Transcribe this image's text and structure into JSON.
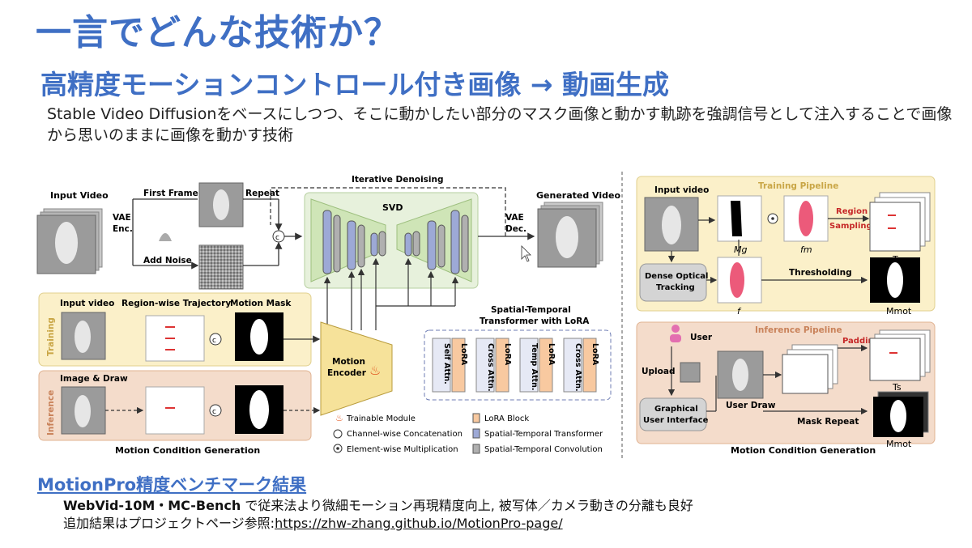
{
  "slide": {
    "title": "一言でどんな技術か？",
    "subtitle": "高精度モーションコントロール付き画像 → 動画生成",
    "description": "Stable Video Diffusionをベースにしつつ、そこに動かしたい部分のマスク画像と動かす軌跡を強調信号として注入することで画像から思いのままに画像を動かす技術"
  },
  "figure": {
    "left": {
      "input_video": "Input Video",
      "first_frame": "First Frame",
      "repeat": "Repeat",
      "vae_enc_1": "VAE",
      "vae_enc_2": "Enc.",
      "add_noise": "Add Noise",
      "iterative_denoising": "Iterative Denoising",
      "svd": "SVD",
      "vae_dec_1": "VAE",
      "vae_dec_2": "Dec.",
      "generated_video": "Generated Video",
      "training_input": "Input video",
      "region_traj": "Region-wise Trajectory",
      "motion_mask": "Motion Mask",
      "training": "Training",
      "image_draw": "Image & Draw",
      "inference": "Inference",
      "motion_encoder_1": "Motion",
      "motion_encoder_2": "Encoder",
      "st_transformer_1": "Spatial-Temporal",
      "st_transformer_2": "Transformer with LoRA",
      "blocks": [
        "Self Attn.",
        "LoRA",
        "Cross Attn.",
        "LoRA",
        "Temp Attn.",
        "LoRA",
        "Cross Attn.",
        "LoRA"
      ],
      "legend": {
        "trainable": "Trainable Module",
        "lora": "LoRA Block",
        "concat": "Channel-wise Concatenation",
        "st_transformer": "Spatial-Temporal Transformer",
        "mult": "Element-wise Multiplication",
        "st_conv": "Spatial-Temporal Convolution"
      },
      "caption": "Motion Condition Generation"
    },
    "right": {
      "training_pipeline": "Training Pipeline",
      "input_video": "Input video",
      "region_1": "Region",
      "region_2": "Sampling",
      "mg": "Mg",
      "fm": "fm",
      "ts": "Ts",
      "dense_1": "Dense Optical",
      "dense_2": "Tracking",
      "f": "f",
      "thresholding": "Thresholding",
      "mmot": "Mmot",
      "inference_pipeline": "Inference Pipeline",
      "user": "User",
      "padding": "Padding",
      "upload": "Upload",
      "gui_1": "Graphical",
      "gui_2": "User Interface",
      "user_draw": "User Draw",
      "mask_repeat": "Mask Repeat",
      "ts2": "Ts",
      "mmot2": "Mmot",
      "caption": "Motion Condition Generation"
    }
  },
  "benchmark": {
    "title": "MotionPro精度ベンチマーク結果",
    "line1_bold": "WebVid-10M・MC-Bench",
    "line1_rest": " で従来法より微細モーション再現精度向上, 被写体／カメラ動きの分離も良好",
    "line2_prefix": "追加結果はプロジェクトページ参照:",
    "line2_link": "https://zhw-zhang.github.io/MotionPro-page/"
  },
  "colors": {
    "accent_blue": "#3f6fc4",
    "training_bg": "#fbf0c9",
    "inference_bg": "#f4dccb",
    "svd_green": "#d9ecc6",
    "encoder_yellow": "#f6e29a"
  }
}
